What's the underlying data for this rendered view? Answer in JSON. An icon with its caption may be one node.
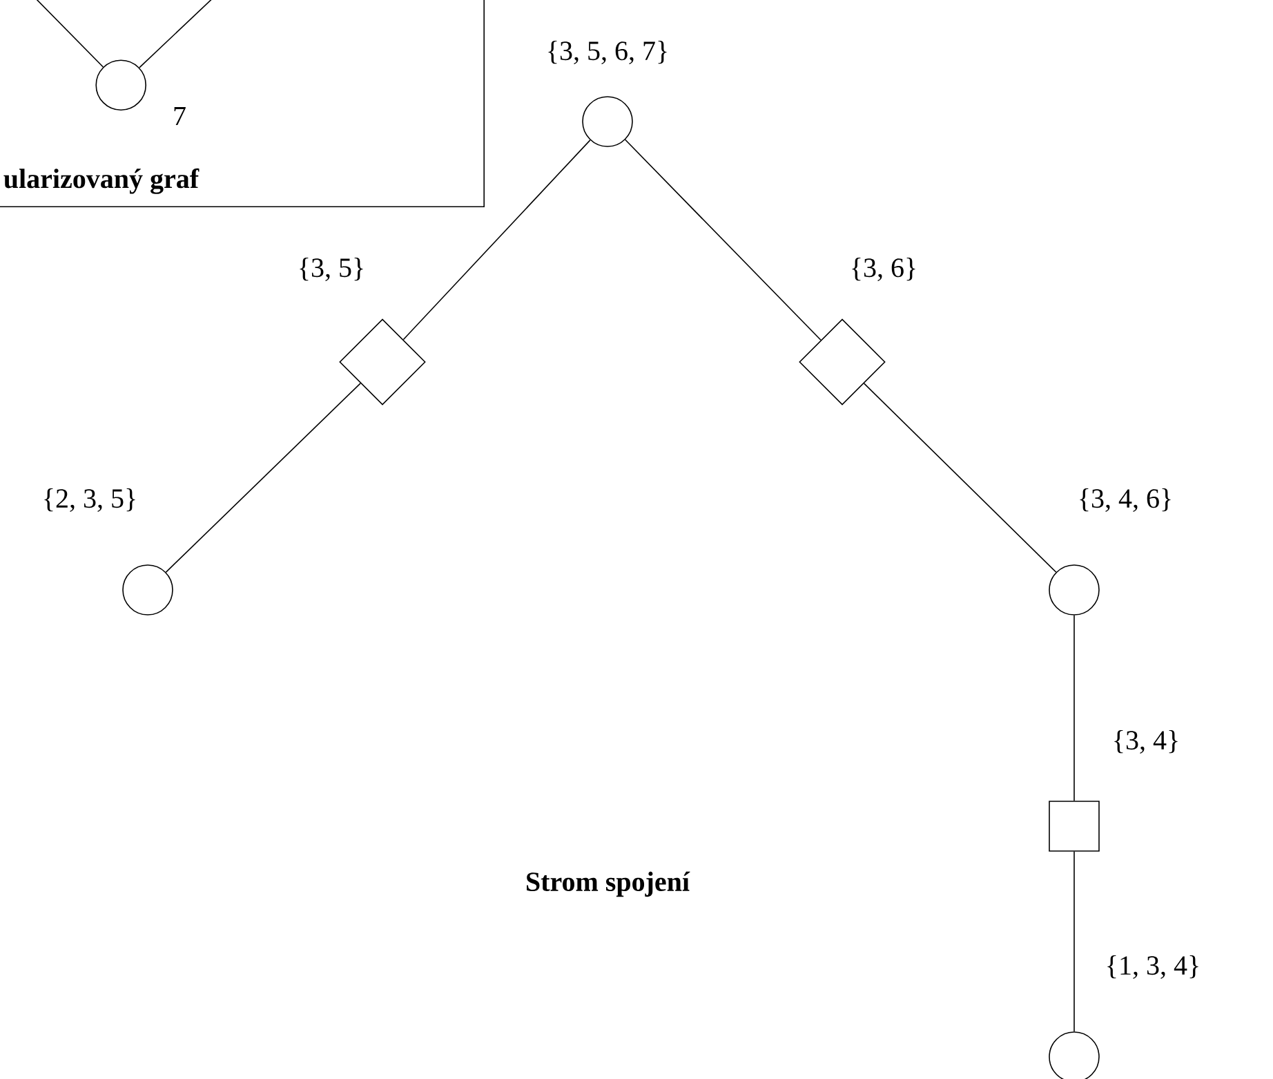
{
  "diagram": {
    "nodes": [
      {
        "text": [
          "ularizovaný graf"
        ]
      },
      {
        "text": [],
        "shape": "circle",
        "in": 0,
        "beside": [
          "7"
        ]
      },
      {
        "text": [],
        "shape": "circle",
        "beside": [
          "{3, 5, 6, 7}"
        ]
      },
      {
        "text": [],
        "shape": "diamond",
        "beside": [
          "{3, 5}"
        ]
      },
      {
        "text": [],
        "shape": "diamond",
        "beside": [
          "{3, 6}"
        ]
      },
      {
        "text": [],
        "shape": "circle",
        "beside": [
          "{2, 3, 5}"
        ]
      },
      {
        "text": [],
        "shape": "circle",
        "beside": [
          "{3, 4, 6}"
        ]
      },
      {
        "text": [],
        "shape": "box",
        "beside": [
          "{3, 4}"
        ]
      },
      {
        "text": [],
        "shape": "circle",
        "beside": [
          "{1, 3, 4}"
        ]
      }
    ],
    "edges": [
      {
        "from": null,
        "to": 1,
        "arrow": "none"
      },
      {
        "from": null,
        "to": 1,
        "arrow": "none"
      },
      {
        "from": 2,
        "to": 3,
        "arrow": "none"
      },
      {
        "from": 3,
        "to": 5,
        "arrow": "none"
      },
      {
        "from": 2,
        "to": 4,
        "arrow": "none"
      },
      {
        "from": 4,
        "to": 6,
        "arrow": "none"
      },
      {
        "from": 6,
        "to": 7,
        "arrow": "none"
      },
      {
        "from": 7,
        "to": 8,
        "arrow": "none"
      }
    ],
    "labels": [
      "Strom spojení"
    ]
  }
}
